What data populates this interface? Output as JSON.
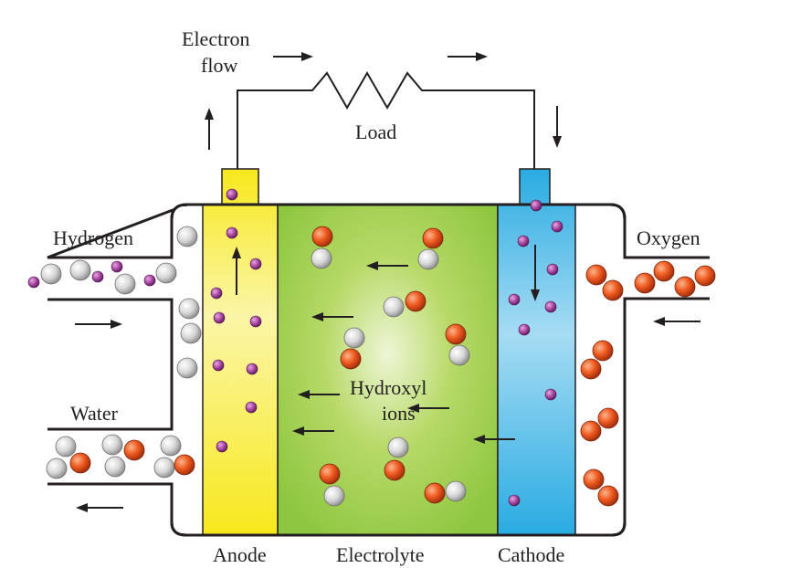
{
  "labels": {
    "electron_flow_1": "Electron",
    "electron_flow_2": "flow",
    "load": "Load",
    "hydrogen": "Hydrogen",
    "oxygen": "Oxygen",
    "water": "Water",
    "hydroxyl_1": "Hydroxyl",
    "hydroxyl_2": "ions",
    "anode": "Anode",
    "electrolyte": "Electrolyte",
    "cathode": "Cathode"
  },
  "colors": {
    "anode": "#f7e81c",
    "electrolyte": "#8dc63f",
    "cathode": "#29abe2",
    "outline": "#231f20",
    "electron": "#a2409c",
    "hydrogen_atom": "#cccccc",
    "oxygen_atom": "#e8501e"
  },
  "icons": {
    "arrow": "arrow-icon",
    "resistor": "resistor-icon",
    "electron": "electron-particle-icon",
    "hydrogen_atom": "hydrogen-atom-icon",
    "oxygen_atom": "oxygen-atom-icon"
  }
}
